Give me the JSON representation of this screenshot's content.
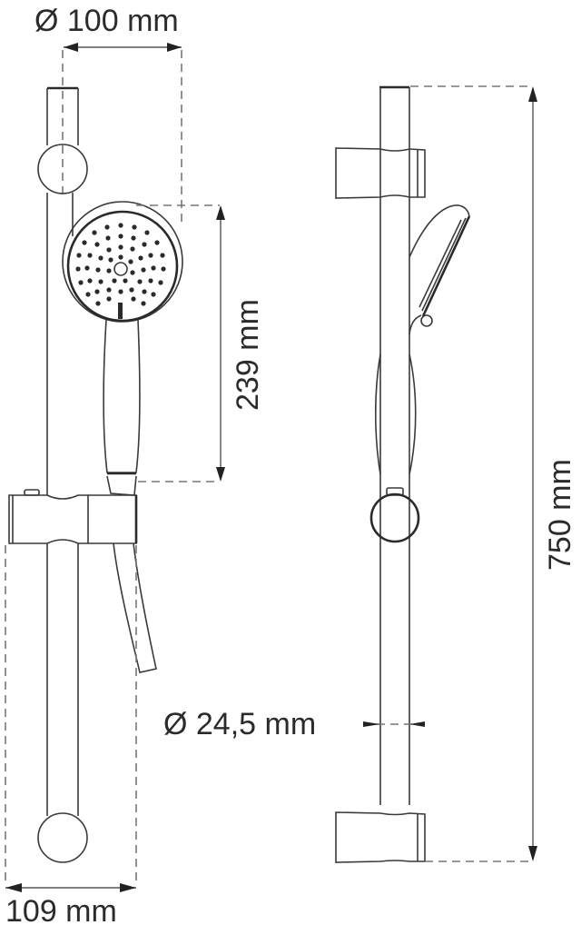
{
  "diagram": {
    "type": "technical-drawing",
    "subject": "shower rail set (front and side view)",
    "colors": {
      "line": "#3a3a3a",
      "dimension": "#555555",
      "background": "#ffffff"
    },
    "views": [
      {
        "name": "front-view",
        "components": [
          "slide-rail",
          "top-wall-bracket",
          "hand-shower-head",
          "handle",
          "slider-holder",
          "hose",
          "bottom-wall-bracket"
        ]
      },
      {
        "name": "side-view",
        "components": [
          "slide-rail",
          "top-holder",
          "hand-shower-head",
          "handle",
          "slider-knob",
          "bottom-holder"
        ]
      }
    ],
    "dimensions": {
      "head_diameter": "Ø 100 mm",
      "shower_length": "239 mm",
      "projection_width": "109 mm",
      "rail_diameter": "Ø 24,5 mm",
      "rail_length": "750 mm"
    }
  }
}
